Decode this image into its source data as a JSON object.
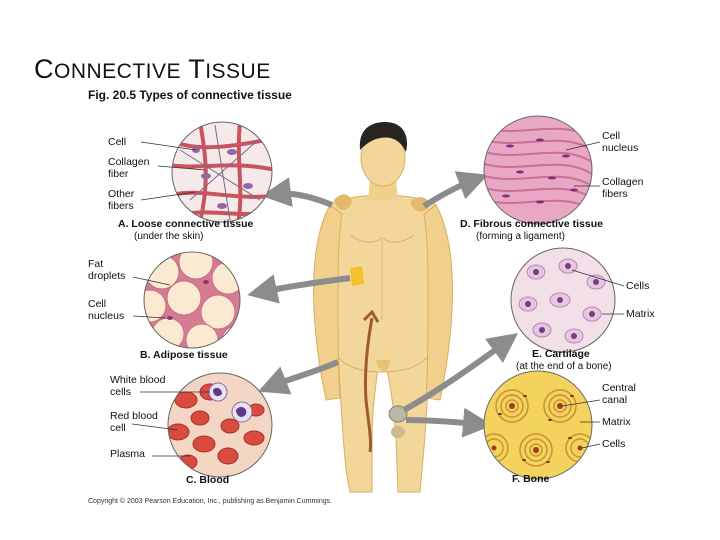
{
  "slide": {
    "title_initial_1": "C",
    "title_rest_1": "ONNECTIVE",
    "title_initial_2": "T",
    "title_rest_2": "ISSUE",
    "figure_caption": "Fig. 20.5  Types of connective tissue",
    "copyright": "Copyright © 2003 Pearson Education, Inc., publishing as Benjamin Cummings."
  },
  "panels": {
    "loose": {
      "caption": "A. Loose connective tissue",
      "subcaption": "(under the skin)",
      "labels": [
        "Cell",
        "Collagen fiber",
        "Other fibers"
      ]
    },
    "adipose": {
      "caption": "B. Adipose tissue",
      "labels": [
        "Fat droplets",
        "Cell nucleus"
      ]
    },
    "blood": {
      "caption": "C. Blood",
      "labels": [
        "White blood cells",
        "Red blood cell",
        "Plasma"
      ]
    },
    "fibrous": {
      "caption": "D. Fibrous connective tissue",
      "subcaption": "(forming a ligament)",
      "labels": [
        "Cell nucleus",
        "Collagen fibers"
      ]
    },
    "cartilage": {
      "caption": "E. Cartilage",
      "subcaption": "(at the end of a bone)",
      "labels": [
        "Cells",
        "Matrix"
      ]
    },
    "bone": {
      "caption": "F. Bone",
      "labels": [
        "Central canal",
        "Matrix",
        "Cells"
      ]
    }
  },
  "colors": {
    "skin": "#f3d79a",
    "skin_shadow": "#e2b86e",
    "hair": "#2a2420",
    "loose_bg": "#f6e9ea",
    "collagen": "#c9545e",
    "adipose_bg": "#fbe9d2",
    "adipose_wall": "#d57c93",
    "blood_bg": "#f4d6c4",
    "rbc": "#d94a3f",
    "fibrous_bg": "#e8a7c2",
    "cartilage_bg": "#f2dfe8",
    "bone_bg": "#f3d25e",
    "arrow": "#8c8c8c"
  }
}
